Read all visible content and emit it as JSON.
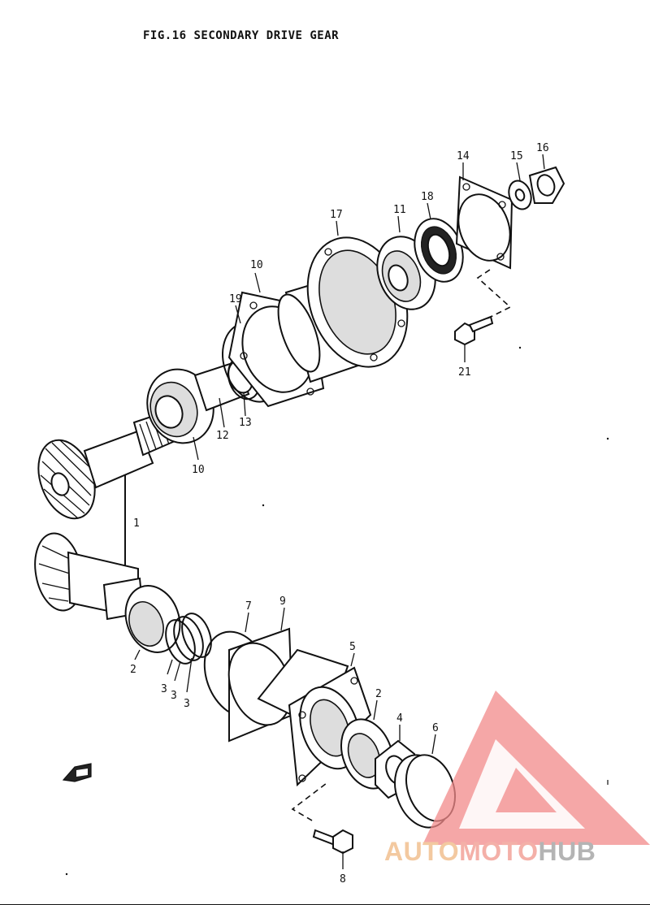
{
  "figure": {
    "title": "FIG.16  SECONDARY DRIVE GEAR"
  },
  "callouts": {
    "p1": "1",
    "p2a": "2",
    "p2b": "2",
    "p3a": "3",
    "p3b": "3",
    "p3c": "3",
    "p4": "4",
    "p5": "5",
    "p6": "6",
    "p7": "7",
    "p8": "8",
    "p9": "9",
    "p10": "10",
    "p10b": "10",
    "p11": "11",
    "p12": "12",
    "p13": "13",
    "p14": "14",
    "p15": "15",
    "p16": "16",
    "p17": "17",
    "p18": "18",
    "p19": "19",
    "p21": "21"
  },
  "watermark": {
    "part1": "AUTO",
    "part2": "MOTO",
    "part3": "HUB",
    "colors": {
      "auto": "#f3c9a0",
      "moto": "#f4b0a8",
      "hub": "#b4b4b4",
      "logo": "#f28a8a"
    }
  },
  "front_arrow": {
    "icon": "front-arrow-icon"
  }
}
